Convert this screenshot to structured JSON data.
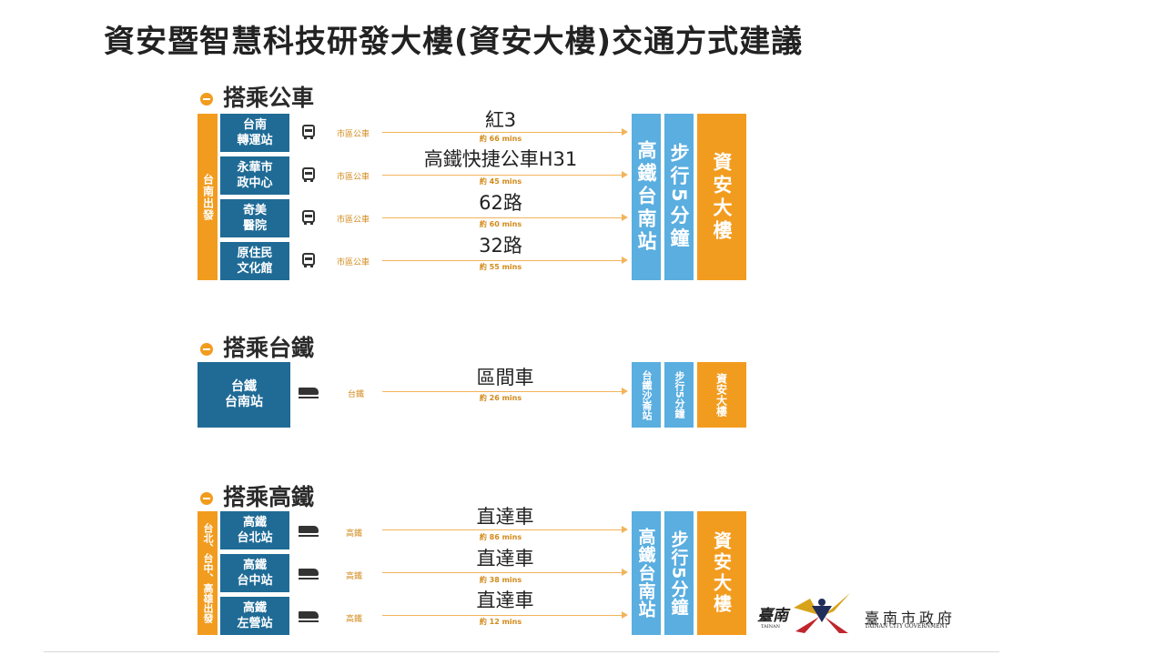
{
  "title": "資安暨智慧科技研發大樓(資安大樓)交通方式建議",
  "bus": {
    "heading": "搭乘公車",
    "vertical_label": "台南出發",
    "mode": "市區公車",
    "routes": [
      {
        "origin": "台南\n轉運站",
        "name": "紅3",
        "time": "約 66 mins"
      },
      {
        "origin": "永華市\n政中心",
        "name": "高鐵快捷公車H31",
        "time": "約 45 mins"
      },
      {
        "origin": "奇美\n醫院",
        "name": "62路",
        "time": "約 60 mins"
      },
      {
        "origin": "原住民\n文化館",
        "name": "32路",
        "time": "約 55 mins"
      }
    ],
    "dest_station": "高鐵台南站",
    "dest_walk": "步行5分鐘",
    "dest_building": "資安大樓"
  },
  "tra": {
    "heading": "搭乘台鐵",
    "mode": "台鐵",
    "origin": "台鐵\n台南站",
    "name": "區間車",
    "time": "約 26 mins",
    "dest_station": "台鐵沙崙站",
    "dest_walk": "步行5分鐘",
    "dest_building": "資安大樓"
  },
  "hsr": {
    "heading": "搭乘高鐵",
    "vertical_label": "台北、台中、高雄出發",
    "mode": "高鐵",
    "routes": [
      {
        "origin": "高鐵\n台北站",
        "name": "直達車",
        "time": "約 86 mins"
      },
      {
        "origin": "高鐵\n台中站",
        "name": "直達車",
        "time": "約 38 mins"
      },
      {
        "origin": "高鐵\n左營站",
        "name": "直達車",
        "time": "約 12 mins"
      }
    ],
    "dest_station": "高鐵台南站",
    "dest_walk": "步行5分鐘",
    "dest_building": "資安大樓"
  },
  "logo": {
    "calligraphy": "臺南",
    "small_en": "TAINAN",
    "name_zh": "臺南市政府",
    "name_en": "TAINAN CITY GOVERNMENT"
  }
}
